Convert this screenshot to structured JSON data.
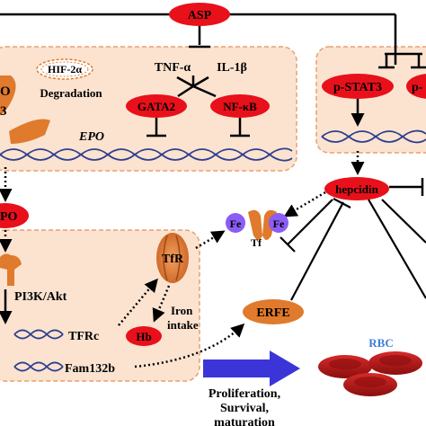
{
  "nodes": {
    "asp": "ASP",
    "hif2a": "HIF-2α",
    "degradation": "Degradation",
    "tnfa": "TNF-α",
    "il1b": "IL-1β",
    "gata2": "GATA2",
    "nfkb": "NF-κB",
    "epo_gene": "EPO",
    "pstat3": "p-STAT3",
    "pstat3_cut": "p-",
    "left_cut_o": "O",
    "left_cut_3": "3",
    "hepcidin": "hepcidin",
    "epo_cut": "PO",
    "fe_left": "Fe",
    "fe_right": "Fe",
    "tf": "Tf",
    "tfr": "TfR",
    "pi3k": "PI3K/Akt",
    "tfrc": "TFRc",
    "iron_intake_1": "Iron",
    "iron_intake_2": "intake",
    "hb": "Hb",
    "erfe": "ERFE",
    "fam132b": "Fam132b",
    "rbc": "RBC",
    "outcome_1": "Proliferation,",
    "outcome_2": "Survival,",
    "outcome_3": "maturation"
  },
  "colors": {
    "red_node": "#e8101a",
    "orange_node": "#e07a2c",
    "panel_fill": "#fbe3d0",
    "panel_border": "#e8a070",
    "dna": "#2e3f8f",
    "fe_purple": "#8b5cf6",
    "big_arrow": "#3b35d8",
    "rbc_text": "#3b7fd8",
    "rbc_fill": "#c81e1e"
  }
}
